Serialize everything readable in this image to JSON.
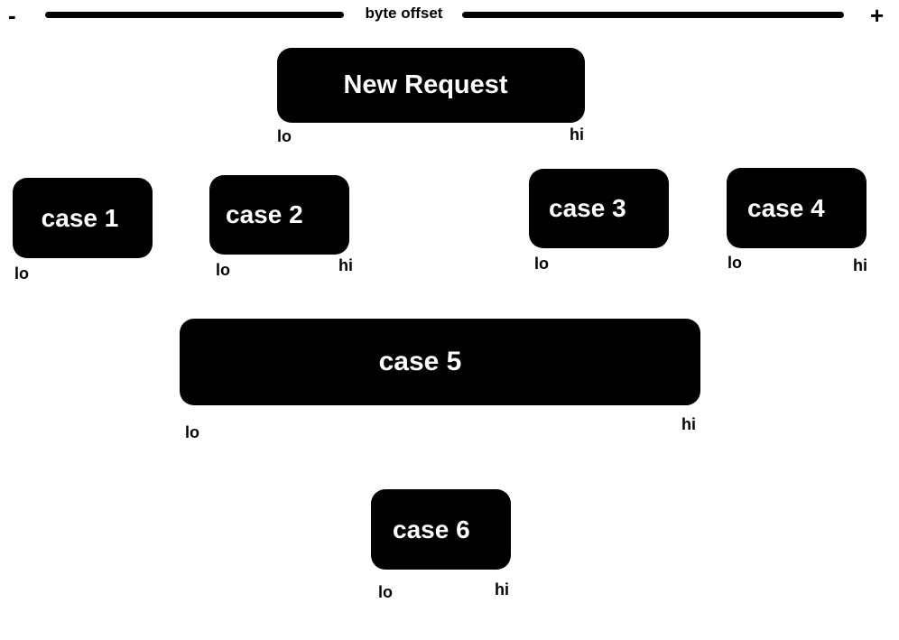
{
  "axis": {
    "minus": "-",
    "plus": "+",
    "label": "byte offset"
  },
  "boxes": {
    "new_request": {
      "label": "New Request",
      "lo": "lo",
      "hi": "hi"
    },
    "case1": {
      "label": "case 1",
      "lo": "lo"
    },
    "case2": {
      "label": "case 2",
      "lo": "lo",
      "hi": "hi"
    },
    "case3": {
      "label": "case 3",
      "lo": "lo"
    },
    "case4": {
      "label": "case 4",
      "lo": "lo",
      "hi": "hi"
    },
    "case5": {
      "label": "case 5",
      "lo": "lo",
      "hi": "hi"
    },
    "case6": {
      "label": "case 6",
      "lo": "lo",
      "hi": "hi"
    }
  },
  "colors": {
    "box_fill": "#000000",
    "box_text": "#ffffff",
    "background": "#ffffff"
  }
}
